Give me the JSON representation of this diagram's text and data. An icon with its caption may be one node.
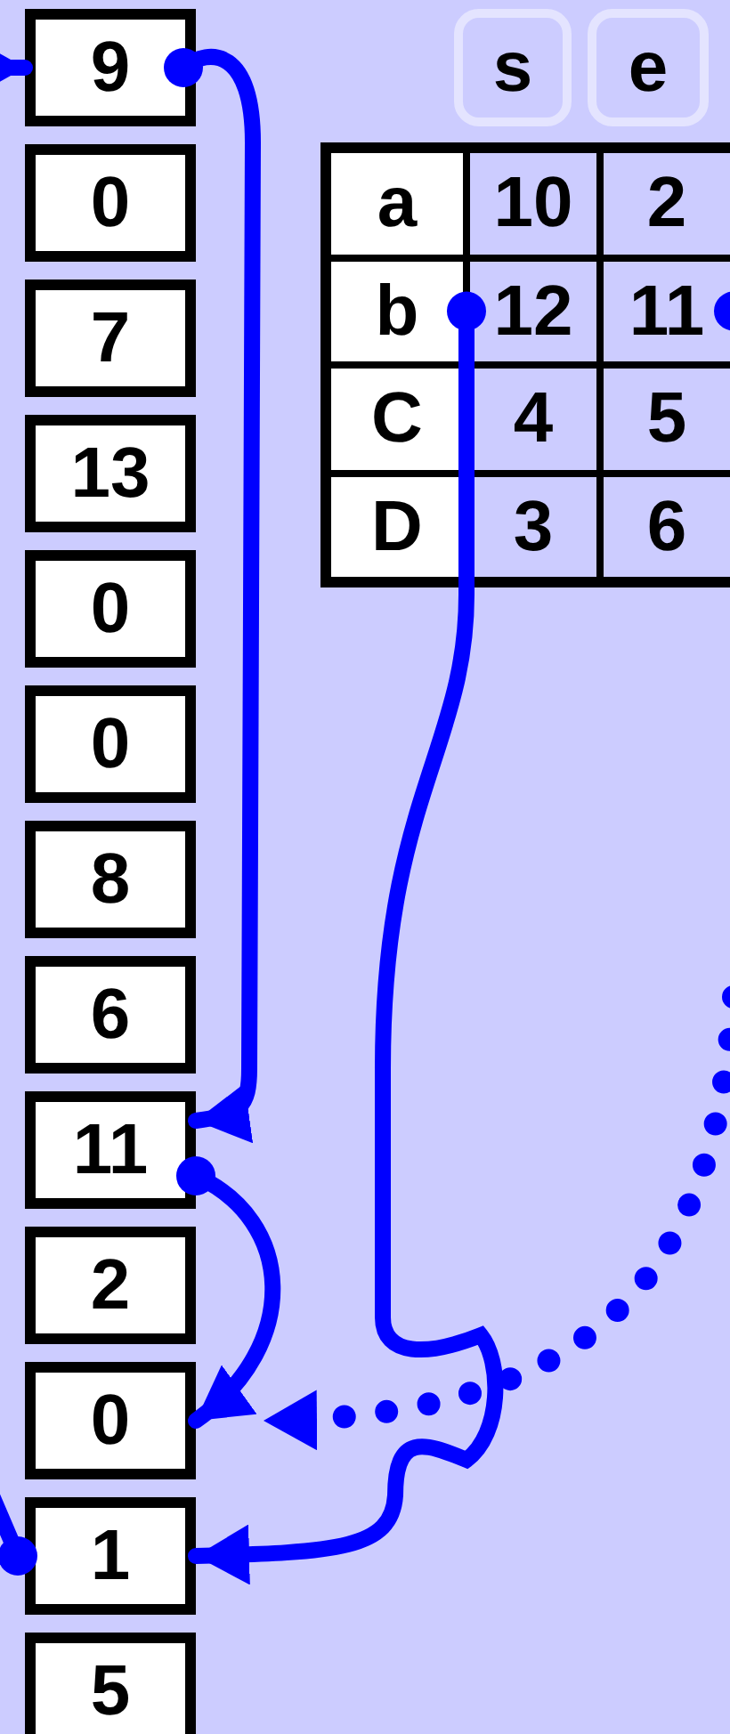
{
  "diagram": {
    "nodes": [
      {
        "text": [
          "9"
        ]
      },
      {
        "text": [
          "0"
        ]
      },
      {
        "text": [
          "7"
        ]
      },
      {
        "text": [
          "13"
        ]
      },
      {
        "text": [
          "0"
        ]
      },
      {
        "text": [
          "0"
        ]
      },
      {
        "text": [
          "8"
        ]
      },
      {
        "text": [
          "6"
        ]
      },
      {
        "text": [
          "11"
        ]
      },
      {
        "text": [
          "2"
        ]
      },
      {
        "text": [
          "0"
        ]
      },
      {
        "text": [
          "1"
        ]
      },
      {
        "text": [
          "5"
        ]
      },
      {
        "text": [
          "s"
        ]
      },
      {
        "text": [
          "e"
        ]
      },
      {
        "text": [],
        "shape": "box"
      },
      {
        "text": [
          "a"
        ],
        "in": 15
      },
      {
        "text": [
          "10"
        ],
        "in": 15
      },
      {
        "text": [
          "2"
        ],
        "in": 15
      },
      {
        "text": [
          "b"
        ],
        "in": 15
      },
      {
        "text": [
          "12"
        ],
        "in": 15
      },
      {
        "text": [
          "11"
        ],
        "in": 15
      },
      {
        "text": [
          "C"
        ],
        "in": 15
      },
      {
        "text": [
          "4"
        ],
        "in": 15
      },
      {
        "text": [
          "5"
        ],
        "in": 15
      },
      {
        "text": [
          "D"
        ],
        "in": 15
      },
      {
        "text": [
          "3"
        ],
        "in": 15
      },
      {
        "text": [
          "6"
        ],
        "in": 15
      }
    ],
    "edges": [
      {
        "from": null,
        "to": 0,
        "arrow": "to"
      },
      {
        "from": 0,
        "to": 8,
        "arrow": "to"
      },
      {
        "from": 8,
        "to": 10,
        "arrow": "to"
      },
      {
        "from": 20,
        "to": 11,
        "arrow": "to"
      },
      {
        "from": null,
        "to": 10,
        "arrow": "to",
        "style": "dashed"
      },
      {
        "from": 11,
        "to": null,
        "arrow": "other"
      },
      {
        "from": 21,
        "to": null,
        "arrow": "other"
      }
    ]
  }
}
